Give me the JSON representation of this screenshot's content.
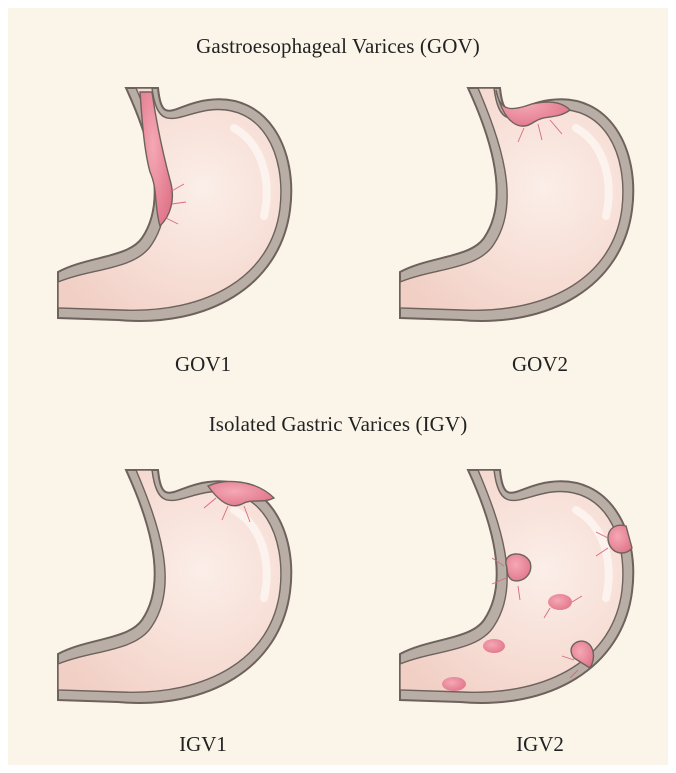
{
  "sections": [
    {
      "title": "Gastroesophageal Varices (GOV)"
    },
    {
      "title": "Isolated Gastric Varices (IGV)"
    }
  ],
  "panels": [
    {
      "label": "GOV1"
    },
    {
      "label": "GOV2"
    },
    {
      "label": "IGV1"
    },
    {
      "label": "IGV2"
    }
  ],
  "colors": {
    "background": "#fbf5e9",
    "stomach_fill": "#f6dcd3",
    "stomach_wall": "#b8aea6",
    "wall_stroke": "#6e625c",
    "varix_fill": "#ea8b9a",
    "varix_dark": "#d9607a"
  }
}
